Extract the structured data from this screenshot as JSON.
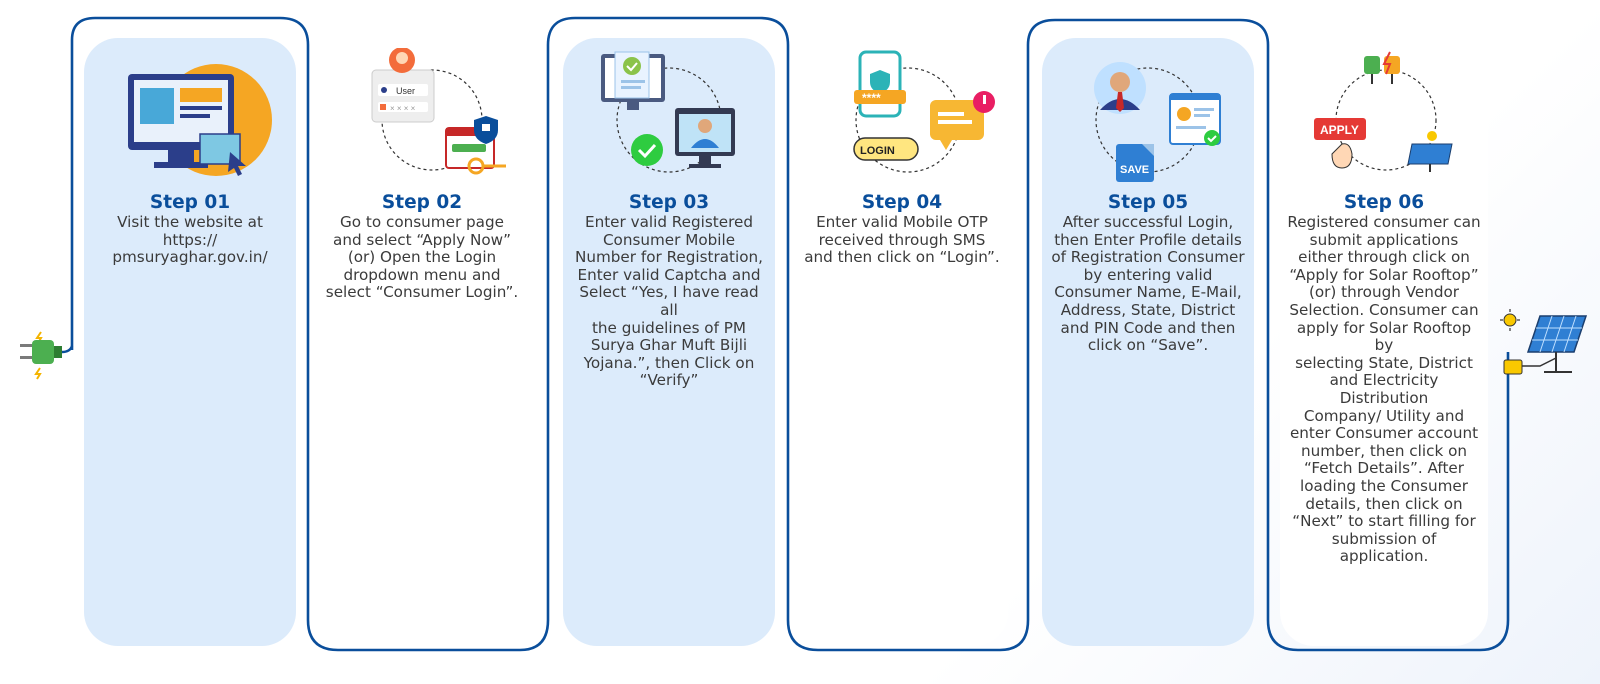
{
  "steps": [
    {
      "title": "Step 01",
      "body": "Visit the website at\nhttps://\npmsuryaghar.gov.in/",
      "icon": "computer-website-icon"
    },
    {
      "title": "Step 02",
      "body": "Go to consumer page\nand select “Apply Now”\n(or) Open the Login\ndropdown menu and\nselect “Consumer Login”.",
      "icon": "user-login-icon",
      "user_label": "User"
    },
    {
      "title": "Step 03",
      "body": "Enter valid Registered\nConsumer Mobile\nNumber for Registration,\nEnter valid Captcha and\nSelect “Yes, I have read all\nthe guidelines of PM\nSurya Ghar Muft Bijli\nYojana.”, then Click on\n“Verify”",
      "icon": "verification-icon"
    },
    {
      "title": "Step 04",
      "body": "Enter valid Mobile OTP\nreceived through SMS\nand then click on “Login”.",
      "icon": "mobile-otp-icon",
      "login_label": "LOGIN",
      "otp_mask": "****"
    },
    {
      "title": "Step 05",
      "body": "After successful Login,\nthen Enter Profile details\nof Registration Consumer\nby entering valid\nConsumer Name, E-Mail,\nAddress, State, District\nand PIN Code and then\nclick on “Save”.",
      "icon": "profile-save-icon",
      "save_label": "SAVE"
    },
    {
      "title": "Step 06",
      "body": "Registered consumer can\nsubmit applications\neither through click on\n“Apply for Solar Rooftop”\n(or) through Vendor\nSelection. Consumer can\napply for Solar Rooftop by\nselecting State, District\nand Electricity Distribution\nCompany/ Utility and\nenter Consumer account\nnumber, then click on\n“Fetch Details”. After\nloading the Consumer\ndetails, then click on\n“Next” to start filling for\nsubmission of\napplication.",
      "icon": "apply-solar-icon",
      "apply_label": "APPLY"
    }
  ],
  "colors": {
    "accent": "#0a4e9b",
    "card_fill": "#dcebfb",
    "text": "#3b3b3b"
  }
}
